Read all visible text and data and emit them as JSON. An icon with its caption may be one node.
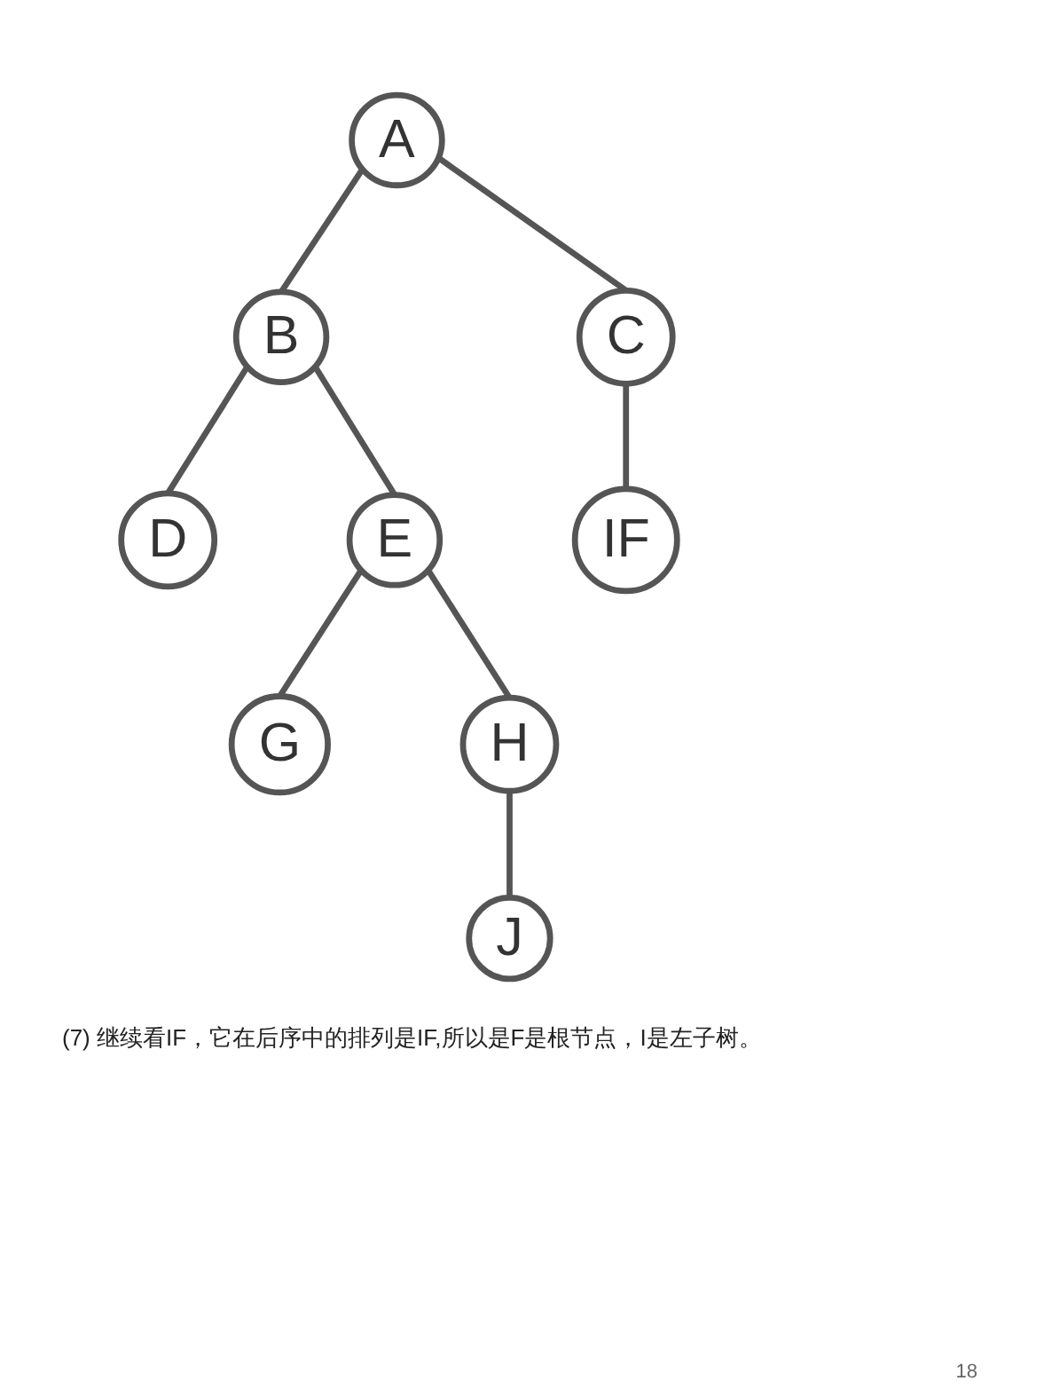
{
  "diagram": {
    "caption": "(7) 继续看IF，它在后序中的排列是IF,所以是F是根节点，I是左子树。",
    "nodes": [
      {
        "text": [
          "A"
        ]
      },
      {
        "text": [
          "B"
        ]
      },
      {
        "text": [
          "C"
        ]
      },
      {
        "text": [
          "D"
        ]
      },
      {
        "text": [
          "E"
        ]
      },
      {
        "text": [
          "IF"
        ]
      },
      {
        "text": [
          "G"
        ]
      },
      {
        "text": [
          "H"
        ]
      },
      {
        "text": [
          "J"
        ]
      }
    ],
    "edges": [
      {
        "from": 0,
        "to": 1,
        "arrow": "none"
      },
      {
        "from": 0,
        "to": 2,
        "arrow": "none"
      },
      {
        "from": 1,
        "to": 3,
        "arrow": "none"
      },
      {
        "from": 1,
        "to": 4,
        "arrow": "none"
      },
      {
        "from": 2,
        "to": 5,
        "arrow": "none"
      },
      {
        "from": 4,
        "to": 6,
        "arrow": "none"
      },
      {
        "from": 4,
        "to": 7,
        "arrow": "none"
      },
      {
        "from": 7,
        "to": 8,
        "arrow": "none"
      }
    ],
    "labels": [
      "18"
    ]
  }
}
